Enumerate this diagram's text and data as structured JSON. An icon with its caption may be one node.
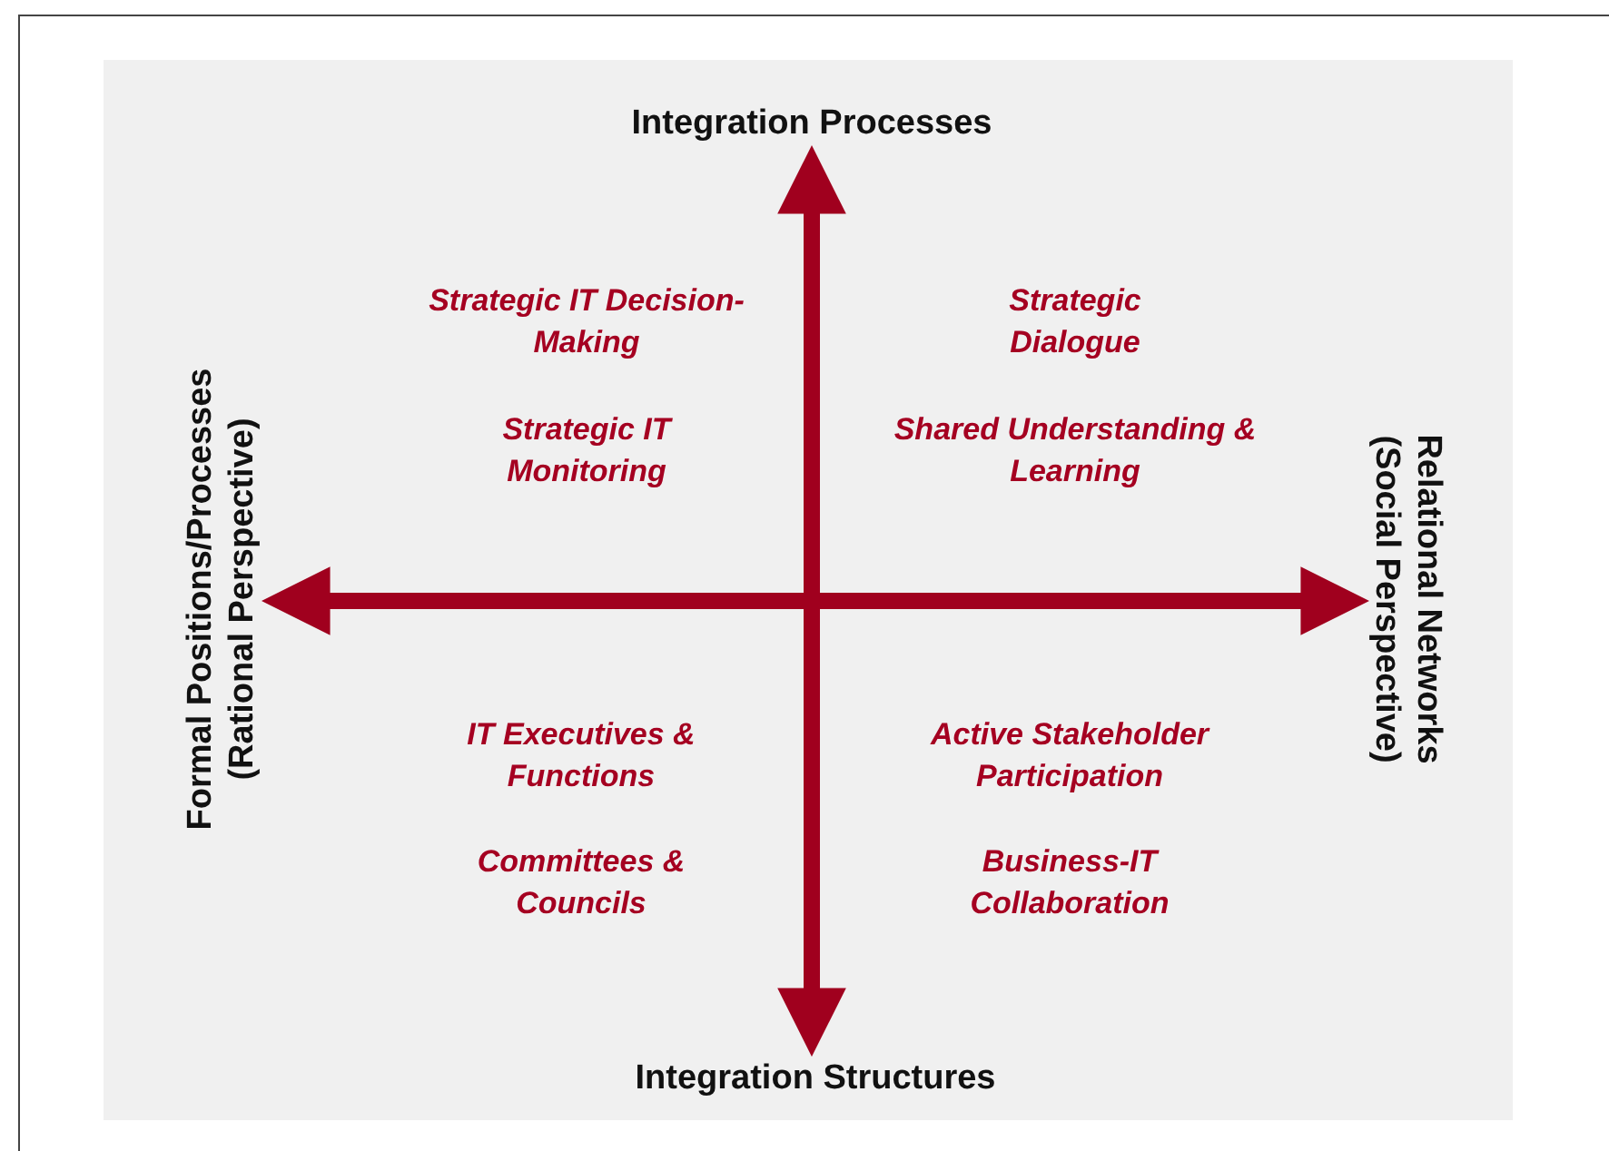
{
  "diagram": {
    "labels": [
      "Integration Processes",
      "Formal Positions/Processes (Rational Perspective)",
      "Strategic IT Decision-Making",
      "Strategic Dialogue",
      "Strategic IT Monitoring",
      "Shared Understanding & Learning",
      "Relational Networks (Social Perspective)",
      "IT Executives & Functions",
      "Active Stakeholder Participation",
      "Committees & Councils",
      "Business-IT Collaboration",
      "Integration Structures"
    ]
  }
}
